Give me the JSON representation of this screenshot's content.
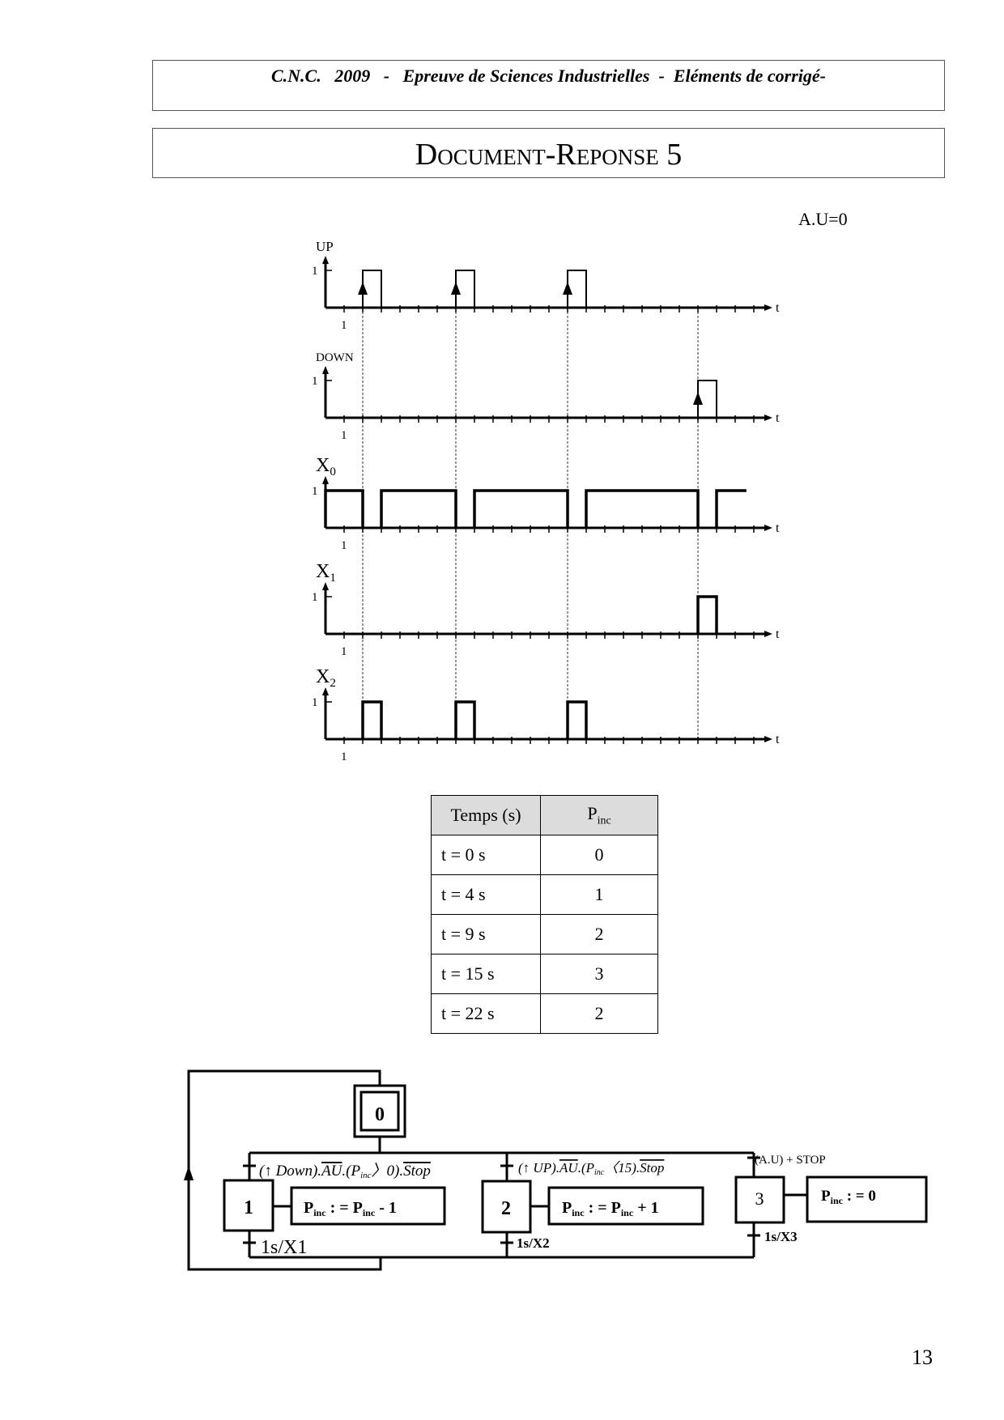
{
  "header": {
    "text": "C.N.C.   2009   -   Epreuve de Sciences Industrielles  -  Eléments de corrigé-"
  },
  "title": "Document-Reponse 5",
  "au_note": "A.U=0",
  "page_number": "13",
  "chart_data": {
    "type": "line",
    "title": "Chronogrammes",
    "xlabel": "t",
    "tick_label": "1",
    "level_label": "1",
    "xlim": [
      0,
      24
    ],
    "ylim": [
      0,
      1
    ],
    "markers": [
      2,
      7,
      13,
      20
    ],
    "series": [
      {
        "name": "UP",
        "label": "UP",
        "high": [
          [
            2,
            3
          ],
          [
            7,
            8
          ],
          [
            13,
            14
          ]
        ],
        "edges": [
          2,
          7,
          13
        ]
      },
      {
        "name": "DOWN",
        "label": "DOWN",
        "high": [
          [
            20,
            21
          ]
        ],
        "edges": [
          20
        ]
      },
      {
        "name": "X0",
        "label": "X",
        "sub": "0",
        "high": [
          [
            0,
            2
          ],
          [
            3,
            7
          ],
          [
            8,
            13
          ],
          [
            14,
            20
          ],
          [
            21,
            22.6
          ]
        ],
        "edges": []
      },
      {
        "name": "X1",
        "label": "X",
        "sub": "1",
        "high": [
          [
            20,
            21
          ]
        ],
        "edges": []
      },
      {
        "name": "X2",
        "label": "X",
        "sub": "2",
        "high": [
          [
            2,
            3
          ],
          [
            7,
            8
          ],
          [
            13,
            14
          ]
        ],
        "edges": []
      }
    ]
  },
  "table": {
    "col1": "Temps (s)",
    "col2_main": "P",
    "col2_sub": "inc",
    "rows": [
      {
        "t": "t = 0 s",
        "p": "0"
      },
      {
        "t": "t = 4 s",
        "p": "1"
      },
      {
        "t": "t = 9 s",
        "p": "2"
      },
      {
        "t": "t = 15 s",
        "p": "3"
      },
      {
        "t": "t = 22 s",
        "p": "2"
      }
    ]
  },
  "grafcet": {
    "step0": "0",
    "step1": "1",
    "step2": "2",
    "step3": "3",
    "t1": {
      "a": "(↑ ",
      "b": "Down",
      "c": ").",
      "d": "AU",
      ".e": ".",
      "e": ".(P",
      "f": "inc",
      "g": "〉0).",
      "h": "Stop"
    },
    "t2": {
      "a": "(↑ ",
      "b": "UP",
      "c": ").",
      "d": "AU",
      "e": ".(P",
      "f": "inc",
      "g": "〈15).",
      "h": "Stop"
    },
    "t3": "(A.U) + STOP",
    "a1": {
      "p": "P",
      "s": "inc",
      "m": " : =  P",
      "s2": "inc",
      "r": " - 1"
    },
    "a2": {
      "p": "P",
      "s": "inc",
      "m": " : =  P",
      "s2": "inc",
      "r": " + 1"
    },
    "a3": {
      "p": "P",
      "s": "inc",
      "m": " : =  0"
    },
    "r1": "1s/X1",
    "r2": "1s/X2",
    "r3": "1s/X3"
  }
}
